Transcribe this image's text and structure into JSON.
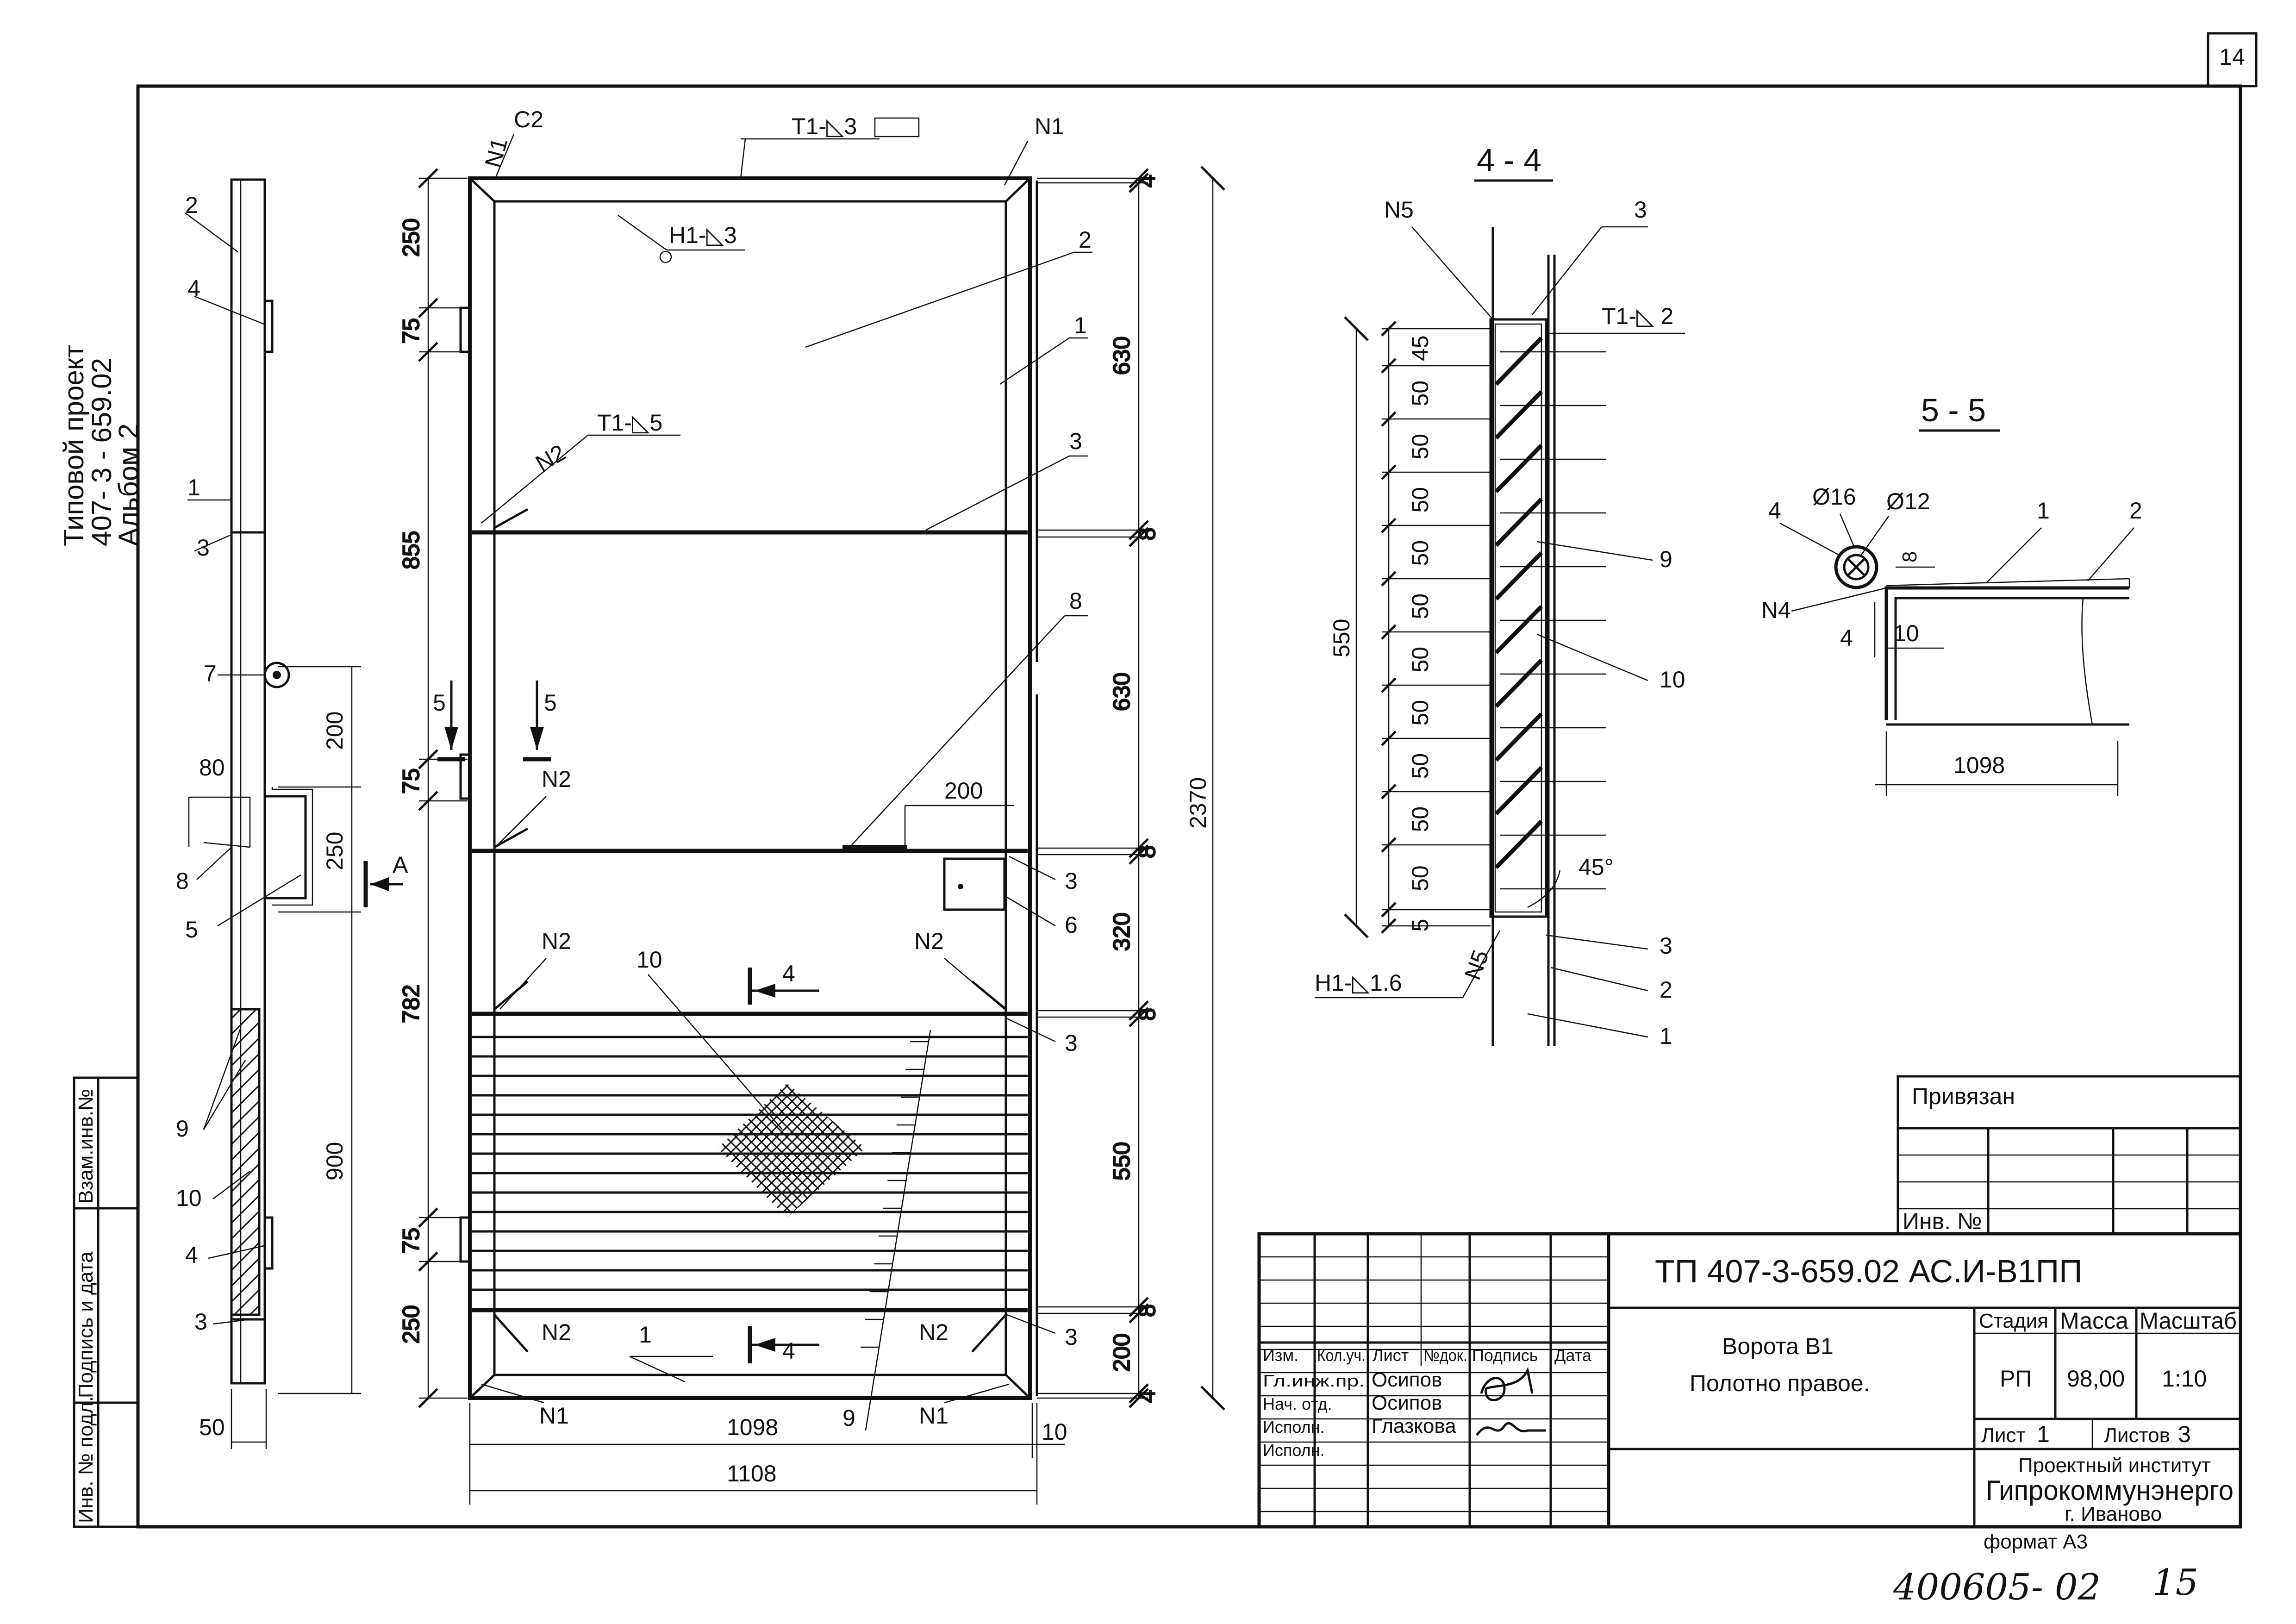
{
  "sheet_number": "14",
  "side_stamp": {
    "line1": "Типовой проект",
    "line2": "407- 3 - 659.02",
    "line3": "Альбом 2"
  },
  "margin_fields": [
    "Взам.инв.№",
    "Подпись и дата",
    "Инв. № подл."
  ],
  "elevation": {
    "labels": {
      "c2": "C2",
      "t1_3": "T1-◺3",
      "n1": "N1",
      "h1_3": "H1-◺3",
      "t1_5": "T1-◺5",
      "n2": "N2",
      "a": "A",
      "five": "5",
      "four": "4"
    },
    "left_dims": [
      "250",
      "75",
      "855",
      "75",
      "782",
      "75",
      "250"
    ],
    "right_dims": [
      "4",
      "630",
      "8",
      "630",
      "8",
      "320",
      "8",
      "550",
      "8",
      "200",
      "4"
    ],
    "overall_height": "2370",
    "bottom_dims": {
      "inner": "1098",
      "outer": "1108",
      "edge": "10"
    },
    "dim_200": "200",
    "callouts": [
      "1",
      "2",
      "3",
      "8",
      "3",
      "6",
      "3",
      "3",
      "9",
      "10"
    ]
  },
  "side_view": {
    "callouts": [
      "2",
      "4",
      "1",
      "3",
      "7",
      "8",
      "5",
      "9",
      "10",
      "4",
      "3"
    ],
    "dims": {
      "d80": "80",
      "d200": "200",
      "d250": "250",
      "d900": "900",
      "d50": "50"
    }
  },
  "section_4_4": {
    "title": "4 - 4",
    "labels": {
      "n5": "N5",
      "t1_2": "T1-◺ 2",
      "h1_16": "H1-◺1.6",
      "angle": "45°"
    },
    "dims": [
      "45",
      "50",
      "50",
      "50",
      "50",
      "50",
      "50",
      "50",
      "50",
      "50",
      "50",
      "5"
    ],
    "overall": "550",
    "callouts": [
      "3",
      "9",
      "10",
      "3",
      "2",
      "1"
    ]
  },
  "section_5_5": {
    "title": "5 - 5",
    "labels": {
      "d16": "Ø16",
      "d12": "Ø12",
      "n4": "N4"
    },
    "callouts": [
      "4",
      "1",
      "2"
    ],
    "dims": {
      "d8": "8",
      "d4": "4",
      "d10": "10",
      "d1098": "1098"
    }
  },
  "title_block": {
    "privyazan": "Привязан",
    "inv_no": "Инв. №",
    "code": "ТП   407-3-659.02   АС.И-В1ПП",
    "headers": [
      "Изм.",
      "Кол.уч.",
      "Лист",
      "№док.",
      "Подпись",
      "Дата"
    ],
    "rows": [
      {
        "role": "Гл.инж.пр.",
        "name": "Осипов"
      },
      {
        "role": "Нач. отд.",
        "name": "Осипов"
      },
      {
        "role": "Исполн.",
        "name": "Глазкова"
      },
      {
        "role": "Исполн.",
        "name": ""
      }
    ],
    "doc_name_1": "Ворота В1",
    "doc_name_2": "Полотно правое.",
    "stage_label": "Стадия",
    "mass_label": "Масса",
    "scale_label": "Масштаб",
    "stage": "РП",
    "mass": "98,00",
    "scale": "1:10",
    "sheet_label": "Лист",
    "sheet_value": "1",
    "sheets_label": "Листов",
    "sheets_value": "3",
    "org_line1": "Проектный институт",
    "org_line2": "Гипрокоммунэнерго",
    "org_line3": "г. Иваново",
    "format": "формат А3"
  },
  "handwritten_number": "400605- 02",
  "handwritten_page": "15"
}
